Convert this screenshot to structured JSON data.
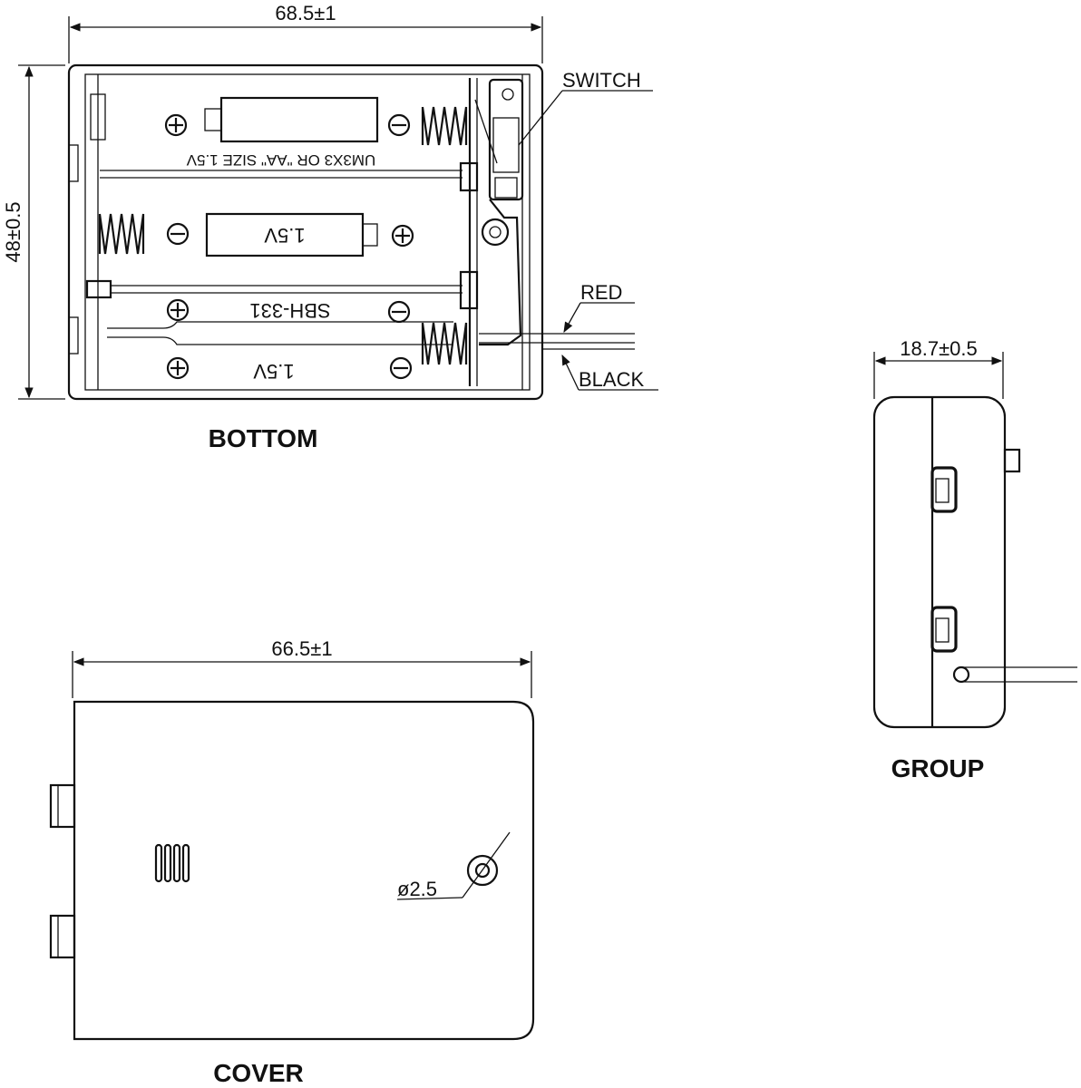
{
  "views": {
    "bottom": {
      "label": "BOTTOM",
      "width_dim": "68.5±1",
      "height_dim": "48±0.5",
      "callouts": {
        "switch": "SWITCH",
        "red": "RED",
        "black": "BLACK"
      },
      "cell_text": {
        "row1": "UM3X3 OR \"AA\" SIZE 1.5V",
        "row2": "1.5V",
        "row3": "SBH-331",
        "row4": "1.5V"
      }
    },
    "cover": {
      "label": "COVER",
      "width_dim": "66.5±1",
      "hole_dim": "ø2.5"
    },
    "group": {
      "label": "GROUP",
      "width_dim": "18.7±0.5"
    }
  },
  "colors": {
    "line": "#111111",
    "background": "#ffffff"
  }
}
